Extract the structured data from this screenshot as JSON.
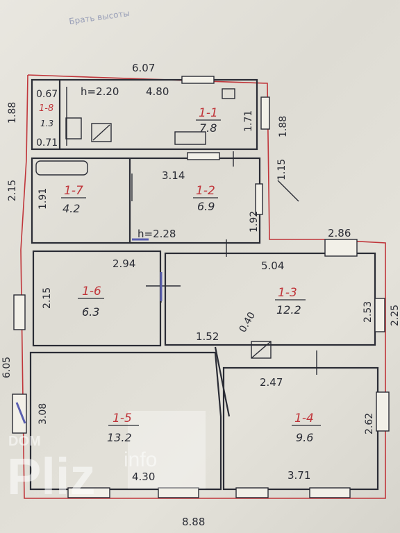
{
  "plan": {
    "overall_width_top": "6.07",
    "overall_width_bottom": "8.88",
    "left_heights": [
      "1.88",
      "2.15",
      "6.05"
    ],
    "right_height_top": "1.88",
    "right_height_top2": "1.71",
    "right_edge_label": "2.25",
    "window_top_right": "2.86",
    "handwriting_top": "Брать высоты"
  },
  "rooms": [
    {
      "id": "1-1",
      "area": "7.8"
    },
    {
      "id": "1-2",
      "area": "6.9"
    },
    {
      "id": "1-3",
      "area": "12.2"
    },
    {
      "id": "1-4",
      "area": "9.6"
    },
    {
      "id": "1-5",
      "area": "13.2"
    },
    {
      "id": "1-6",
      "area": "6.3"
    },
    {
      "id": "1-7",
      "area": "4.2"
    },
    {
      "id": "1-8",
      "area": "1.3"
    }
  ],
  "dims": {
    "d_480": "4.80",
    "d_h220": "h=2.20",
    "d_067": "0.67",
    "d_071": "0.71",
    "d_314": "3.14",
    "d_191": "1.91",
    "d_192": "1.92",
    "d_h228": "h=2.28",
    "d_115": "1.15",
    "d_294": "2.94",
    "d_215b": "2.15",
    "d_504": "5.04",
    "d_253": "2.53",
    "d_152": "1.52",
    "d_040": "0.40",
    "d_247": "2.47",
    "d_308": "3.08",
    "d_430": "4.30",
    "d_371": "3.71",
    "d_262": "2.62"
  },
  "watermark": {
    "small": "DOM",
    "big": "Pliz",
    "suffix": "info"
  },
  "colors": {
    "ink": "#2a2c35",
    "red": "#c0353a",
    "paper": "#e6e4dc"
  }
}
